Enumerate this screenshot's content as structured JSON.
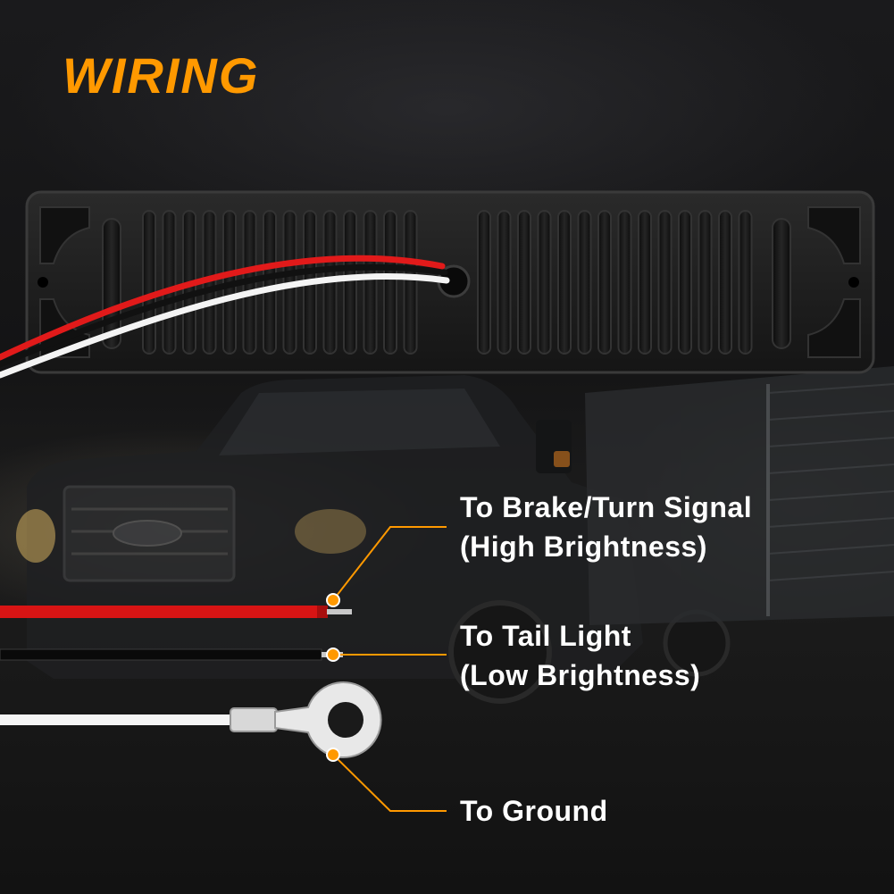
{
  "title": "WIRING",
  "accent_color": "#ff9900",
  "wires": [
    {
      "color": "red",
      "label_line1": "To Brake/Turn Signal",
      "label_line2": "(High Brightness)"
    },
    {
      "color": "black",
      "label_line1": "To Tail Light",
      "label_line2": "(Low Brightness)"
    },
    {
      "color": "white",
      "label_line1": "To Ground"
    }
  ],
  "icons": {
    "truck": "pickup-truck-icon",
    "trailer": "horse-trailer-icon",
    "light": "led-light-bar-icon",
    "ring_terminal": "ring-terminal-icon"
  }
}
